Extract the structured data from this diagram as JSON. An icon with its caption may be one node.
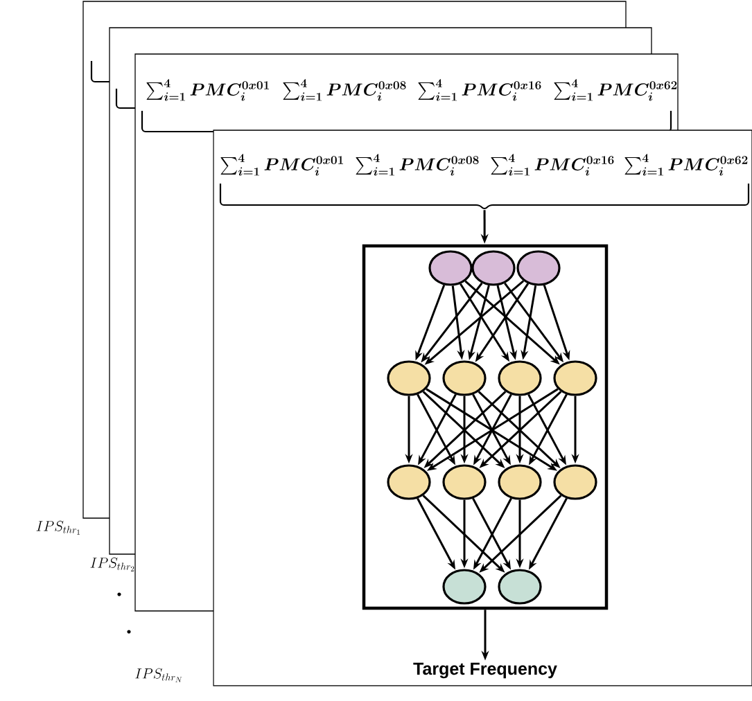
{
  "diagram": {
    "nodes": [
      {
        "text": [],
        "shape": "brace"
      },
      {
        "text": [],
        "shape": "box"
      },
      {
        "text": [],
        "shape": "circle",
        "in": 1
      },
      {
        "text": [],
        "shape": "circle",
        "in": 1
      },
      {
        "text": [],
        "shape": "circle",
        "in": 1
      },
      {
        "text": [],
        "shape": "circle",
        "in": 1
      },
      {
        "text": [],
        "shape": "circle",
        "in": 1
      },
      {
        "text": [],
        "shape": "circle",
        "in": 1
      },
      {
        "text": [],
        "shape": "circle",
        "in": 1
      },
      {
        "text": [],
        "shape": "circle",
        "in": 1
      },
      {
        "text": [],
        "shape": "circle",
        "in": 1
      },
      {
        "text": [],
        "shape": "circle",
        "in": 1
      },
      {
        "text": [],
        "shape": "circle",
        "in": 1
      },
      {
        "text": [],
        "shape": "circle",
        "in": 1
      },
      {
        "text": [],
        "shape": "circle",
        "in": 1
      },
      {
        "text": [
          "Target Frequency"
        ]
      }
    ],
    "edges": [
      {
        "from": 0,
        "to": 1,
        "arrow": "to"
      },
      {
        "from": 1,
        "to": 15,
        "arrow": "to"
      },
      {
        "from": 2,
        "to": 5,
        "arrow": "to"
      },
      {
        "from": 2,
        "to": 6,
        "arrow": "to"
      },
      {
        "from": 2,
        "to": 7,
        "arrow": "to"
      },
      {
        "from": 2,
        "to": 8,
        "arrow": "to"
      },
      {
        "from": 3,
        "to": 5,
        "arrow": "to"
      },
      {
        "from": 3,
        "to": 6,
        "arrow": "to"
      },
      {
        "from": 3,
        "to": 7,
        "arrow": "to"
      },
      {
        "from": 3,
        "to": 8,
        "arrow": "to"
      },
      {
        "from": 4,
        "to": 5,
        "arrow": "to"
      },
      {
        "from": 4,
        "to": 6,
        "arrow": "to"
      },
      {
        "from": 4,
        "to": 7,
        "arrow": "to"
      },
      {
        "from": 4,
        "to": 8,
        "arrow": "to"
      },
      {
        "from": 5,
        "to": 9,
        "arrow": "to"
      },
      {
        "from": 5,
        "to": 10,
        "arrow": "to"
      },
      {
        "from": 5,
        "to": 11,
        "arrow": "to"
      },
      {
        "from": 5,
        "to": 12,
        "arrow": "to"
      },
      {
        "from": 6,
        "to": 9,
        "arrow": "to"
      },
      {
        "from": 6,
        "to": 10,
        "arrow": "to"
      },
      {
        "from": 6,
        "to": 11,
        "arrow": "to"
      },
      {
        "from": 6,
        "to": 12,
        "arrow": "to"
      },
      {
        "from": 7,
        "to": 9,
        "arrow": "to"
      },
      {
        "from": 7,
        "to": 10,
        "arrow": "to"
      },
      {
        "from": 7,
        "to": 11,
        "arrow": "to"
      },
      {
        "from": 7,
        "to": 12,
        "arrow": "to"
      },
      {
        "from": 8,
        "to": 9,
        "arrow": "to"
      },
      {
        "from": 8,
        "to": 10,
        "arrow": "to"
      },
      {
        "from": 8,
        "to": 11,
        "arrow": "to"
      },
      {
        "from": 8,
        "to": 12,
        "arrow": "to"
      },
      {
        "from": 9,
        "to": 13,
        "arrow": "to"
      },
      {
        "from": 9,
        "to": 14,
        "arrow": "to"
      },
      {
        "from": 10,
        "to": 13,
        "arrow": "to"
      },
      {
        "from": 10,
        "to": 14,
        "arrow": "to"
      },
      {
        "from": 11,
        "to": 13,
        "arrow": "to"
      },
      {
        "from": 11,
        "to": 14,
        "arrow": "to"
      },
      {
        "from": 12,
        "to": 13,
        "arrow": "to"
      },
      {
        "from": 12,
        "to": 14,
        "arrow": "to"
      }
    ],
    "labels": [
      "\\sum_{i=1}^{4} PMC_{i}^{0x01}",
      "\\sum_{i=1}^{4} PMC_{i}^{0x08}",
      "\\sum_{i=1}^{4} PMC_{i}^{0x16}",
      "\\sum_{i=1}^{4} PMC_{i}^{0x62}",
      "\\sum_{i=1}^{4} PMC_{i}^{0x01}",
      "\\sum_{i=1}^{4} PMC_{i}^{0x08}",
      "\\sum_{i=1}^{4} PMC_{i}^{0x16}",
      "\\sum_{i=1}^{4} PMC_{i}^{0x62}",
      "IPS_{thr_1}",
      "IPS_{thr_2}",
      "IPS_{thr_N}"
    ]
  }
}
